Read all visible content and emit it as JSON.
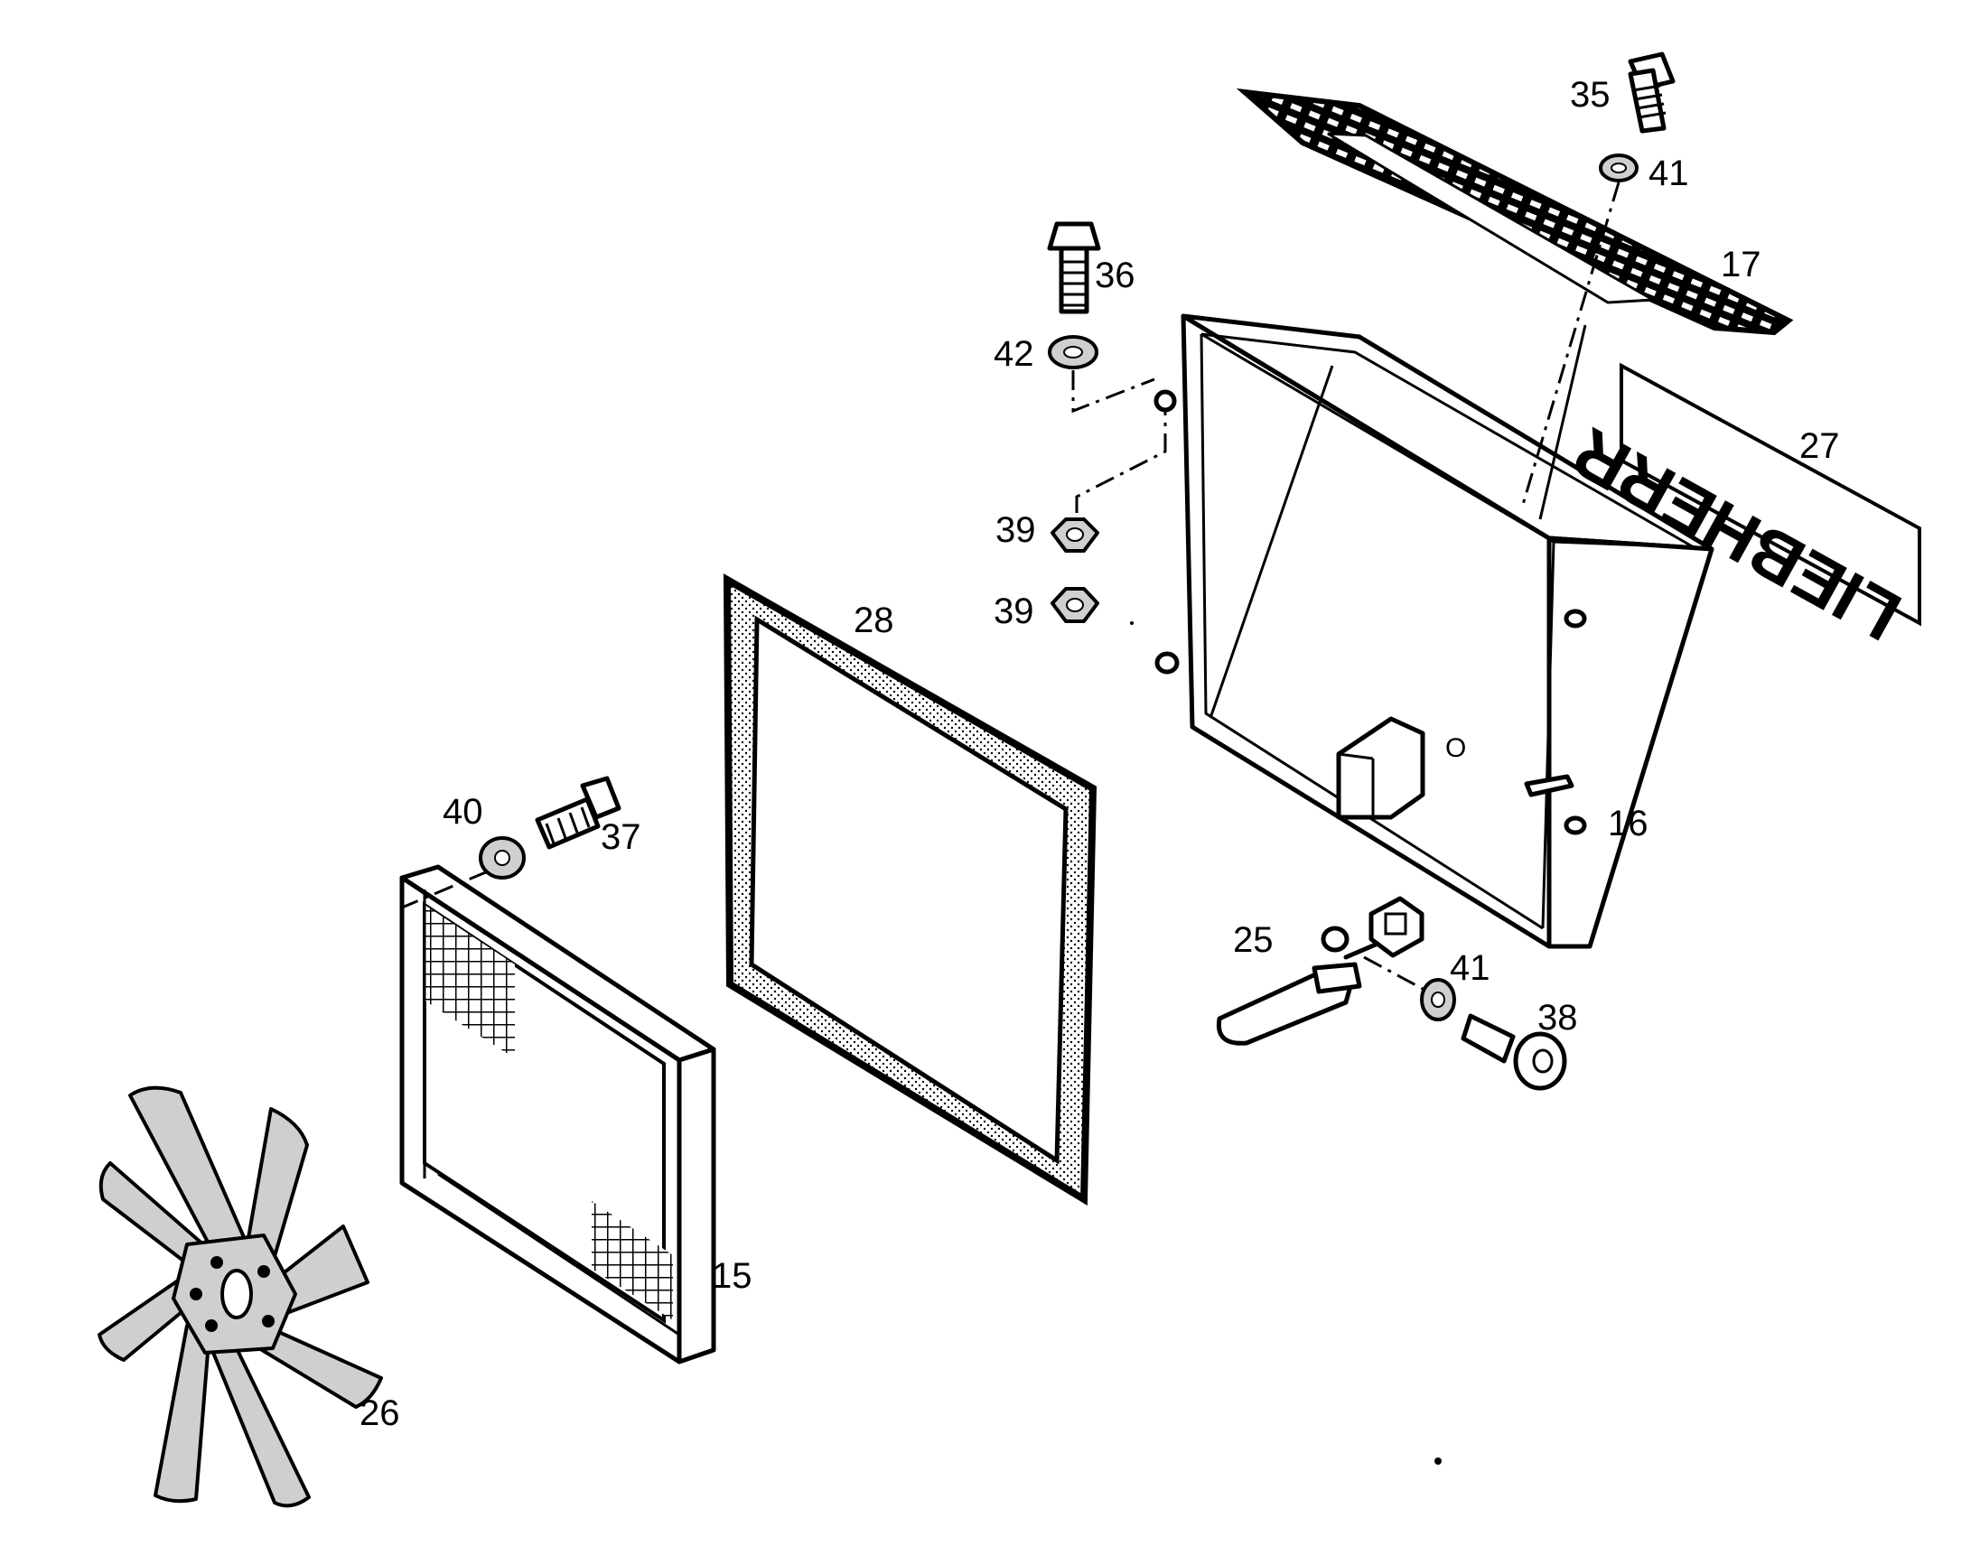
{
  "labels": {
    "p15": "15",
    "p16": "16",
    "p17": "17",
    "p25": "25",
    "p26": "26",
    "p27": "27",
    "p28": "28",
    "p35": "35",
    "p36": "36",
    "p37": "37",
    "p38": "38",
    "p39a": "39",
    "p39b": "39",
    "p40": "40",
    "p41a": "41",
    "p41b": "41",
    "p42": "42"
  },
  "decal_text": "LIEBHERR",
  "colors": {
    "ink": "#000000",
    "paper": "#ffffff",
    "fill": "#cfcfcf"
  }
}
